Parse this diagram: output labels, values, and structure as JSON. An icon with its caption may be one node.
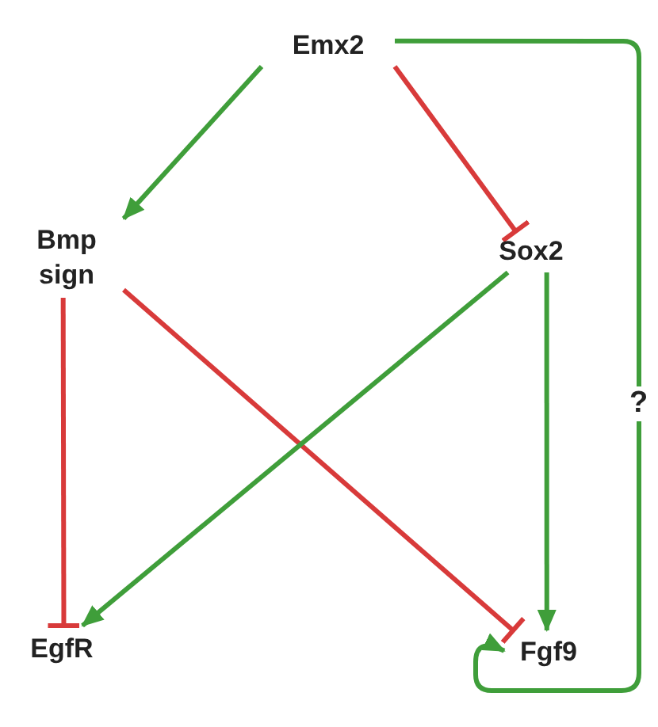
{
  "diagram": {
    "nodes": [
      {
        "text": [
          "Emx2"
        ]
      },
      {
        "text": [
          "Bmp sign"
        ]
      },
      {
        "text": [
          "Sox2"
        ]
      },
      {
        "text": [
          "EgfR"
        ]
      },
      {
        "text": [
          "Fgf9"
        ]
      }
    ],
    "edges": [
      {
        "from": 0,
        "to": 1,
        "arrow": "to"
      },
      {
        "from": 0,
        "to": 2,
        "arrow": "other",
        "color": "#d83a3a"
      },
      {
        "from": 0,
        "to": 4,
        "arrow": "to",
        "label": "?"
      },
      {
        "from": 1,
        "to": 3,
        "arrow": "other",
        "color": "#d83a3a"
      },
      {
        "from": 1,
        "to": 4,
        "arrow": "other",
        "color": "#d83a3a"
      },
      {
        "from": 2,
        "to": 3,
        "arrow": "to"
      },
      {
        "from": 2,
        "to": 4,
        "arrow": "to"
      }
    ]
  }
}
